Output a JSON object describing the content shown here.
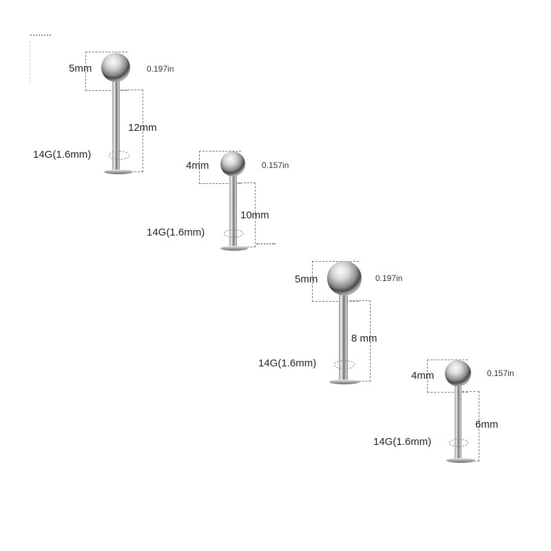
{
  "studs": [
    {
      "ball_label": "5mm",
      "ball_inch_label": "0.197in",
      "length_label": "12mm",
      "gauge_label": "14G(1.6mm)"
    },
    {
      "ball_label": "4mm",
      "ball_inch_label": "0.157in",
      "length_label": "10mm",
      "gauge_label": "14G(1.6mm)"
    },
    {
      "ball_label": "5mm",
      "ball_inch_label": "0.197in",
      "length_label": "8 mm",
      "gauge_label": "14G(1.6mm)"
    },
    {
      "ball_label": "4mm",
      "ball_inch_label": "0.157in",
      "length_label": "6mm",
      "gauge_label": "14G(1.6mm)"
    }
  ]
}
